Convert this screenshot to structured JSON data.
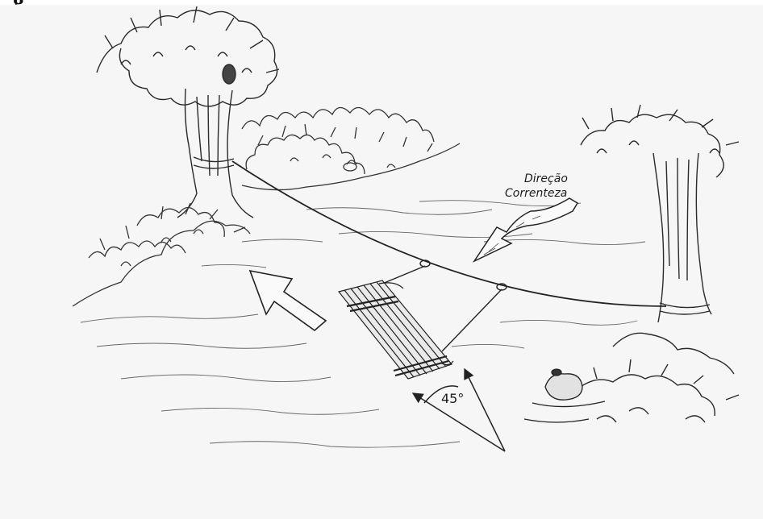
{
  "header_fragment": "g",
  "current_label": [
    "Direção",
    "Correnteza"
  ],
  "angle_label": "45°"
}
